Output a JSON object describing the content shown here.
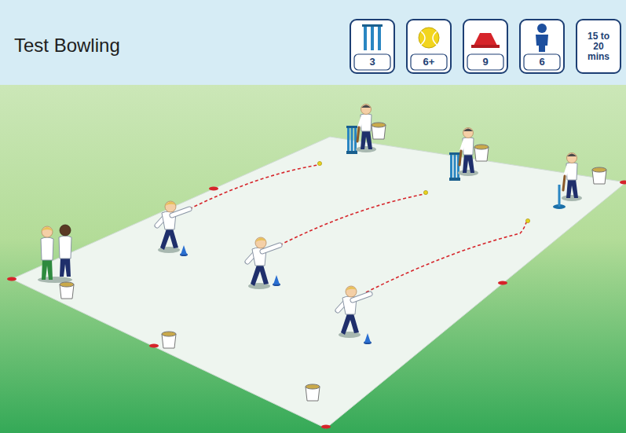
{
  "diagram": {
    "title": "Test Bowling",
    "nodes": [
      {
        "text": [
          "3"
        ]
      },
      {
        "text": [
          "6+"
        ]
      },
      {
        "text": [
          "9"
        ]
      },
      {
        "text": [
          "6"
        ]
      },
      {
        "text": [
          "15 to 20 mins"
        ]
      }
    ]
  }
}
